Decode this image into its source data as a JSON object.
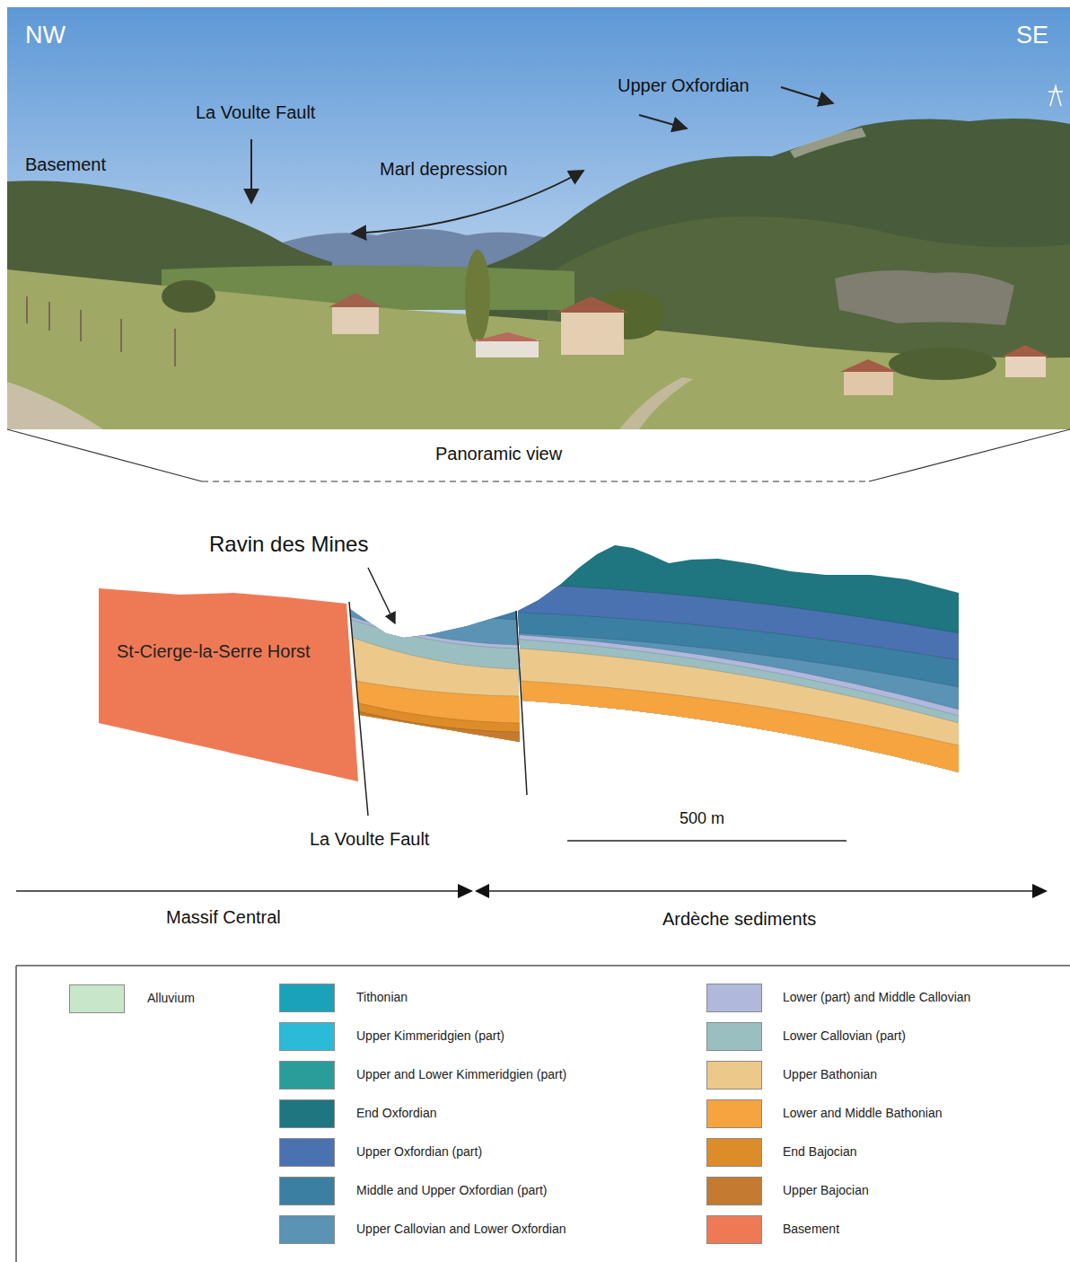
{
  "diagram": {
    "nodes": [
      {
        "text": [
          "St-Cierge-la-Serre Horst"
        ]
      }
    ],
    "labels": [
      "NW",
      "SE",
      "Basement",
      "La Voulte Fault",
      "Marl depression",
      "Upper Oxfordian",
      "Panoramic view",
      "Ravin des Mines",
      "La Voulte Fault",
      "500 m",
      "Massif Central",
      "Ardèche sediments"
    ],
    "legend": [
      {
        "text": "Alluvium",
        "color": "#c8e6c9"
      },
      {
        "text": "Tithonian",
        "color": "#1aa3b8"
      },
      {
        "text": "Upper Kimmeridgien (part)",
        "color": "#2bbbd8"
      },
      {
        "text": "Upper and Lower Kimmeridgien (part)",
        "color": "#2a9d9a"
      },
      {
        "text": "End Oxfordian",
        "color": "#1f7580"
      },
      {
        "text": "Upper Oxfordian (part)",
        "color": "#4a72b0"
      },
      {
        "text": "Middle and Upper Oxfordian (part)",
        "color": "#3b7fa3"
      },
      {
        "text": "Upper Callovian and Lower Oxfordian",
        "color": "#5b93b5"
      },
      {
        "text": "Lower (part) and Middle Callovian",
        "color": "#b0b8dc"
      },
      {
        "text": "Lower Callovian (part)",
        "color": "#9bbfc0"
      },
      {
        "text": "Upper Bathonian",
        "color": "#ecc98a"
      },
      {
        "text": "Lower and Middle Bathonian",
        "color": "#f5a440"
      },
      {
        "text": "End Bajocian",
        "color": "#dd8c2a"
      },
      {
        "text": "Upper Bajocian",
        "color": "#c47a30"
      },
      {
        "text": "Basement",
        "color": "#ee7a55"
      }
    ]
  }
}
